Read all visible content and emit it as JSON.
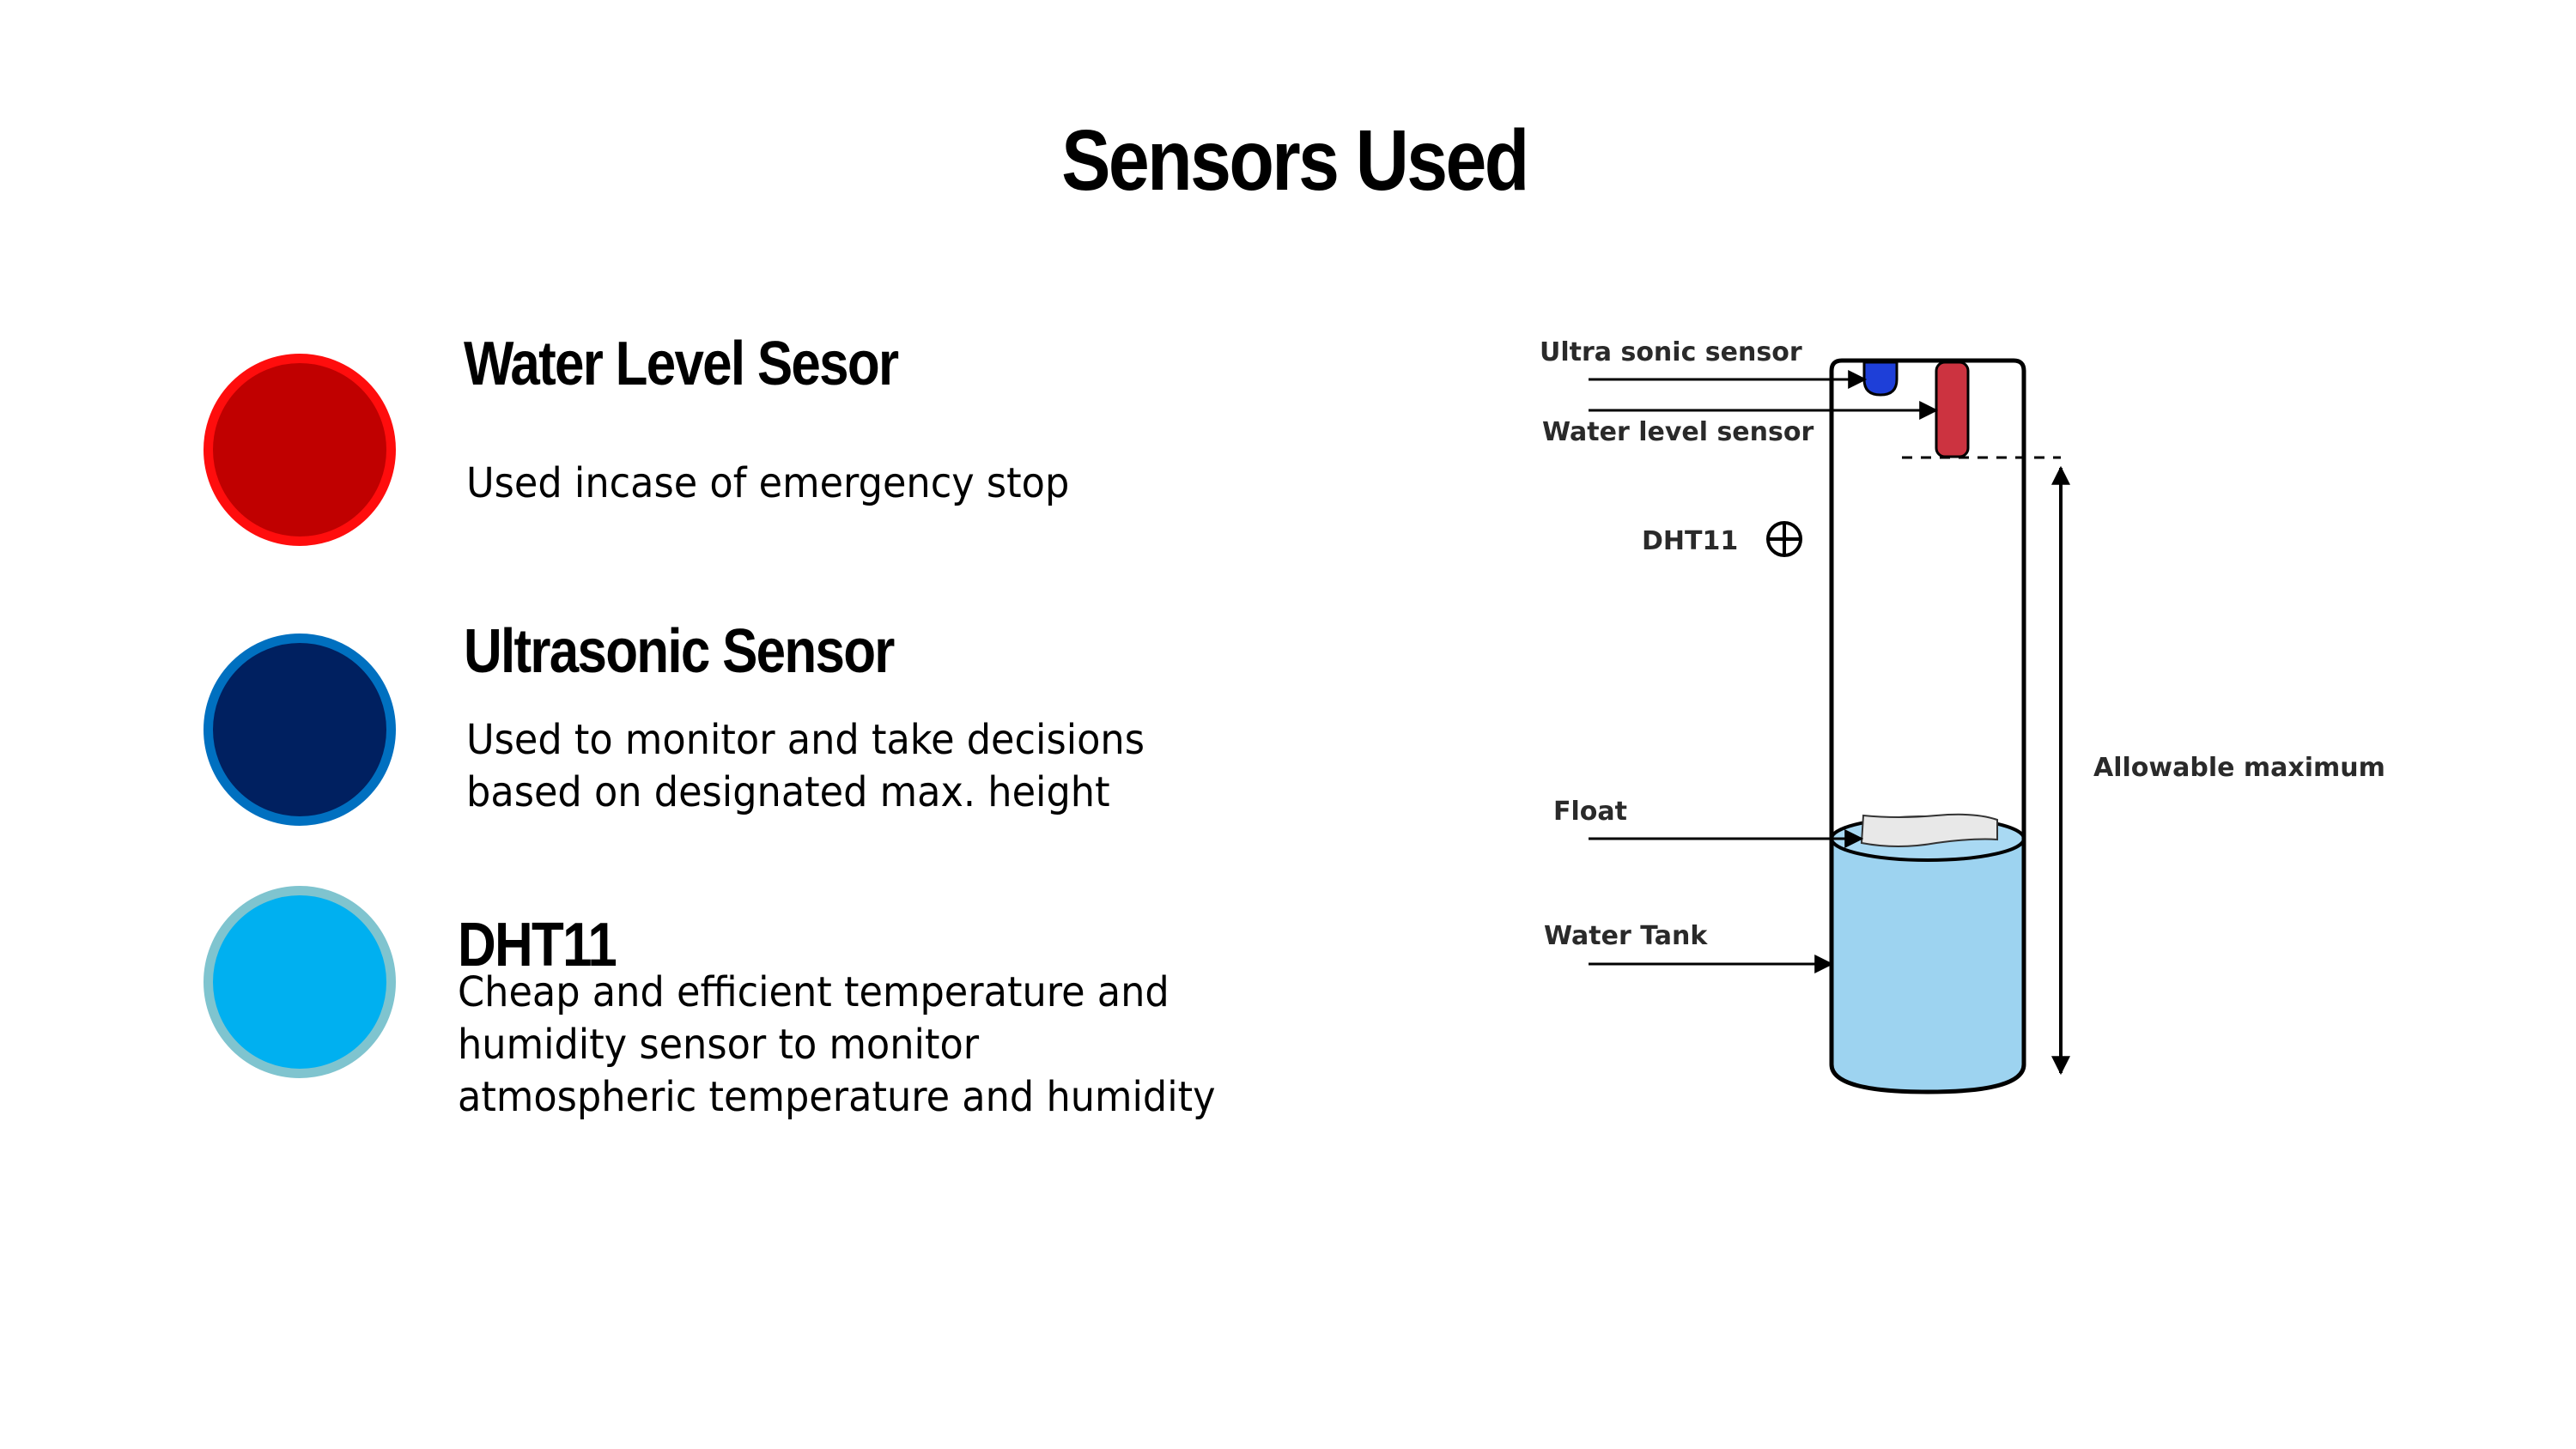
{
  "title": "Sensors Used",
  "sensors": [
    {
      "heading": "Water Level Sesor",
      "lines": [
        "Used incase of emergency stop"
      ],
      "fill": "#c00000",
      "ring": "#ff0d0d"
    },
    {
      "heading": "Ultrasonic Sensor",
      "lines": [
        "Used to monitor and take decisions",
        "based on designated max. height"
      ],
      "fill": "#002060",
      "ring": "#0070c0"
    },
    {
      "heading": "DHT11",
      "lines": [
        "Cheap and efficient temperature and",
        "humidity sensor to monitor",
        "atmospheric temperature and humidity"
      ],
      "fill": "#00b0f0",
      "ring": "#7fc4cf"
    }
  ],
  "diagram": {
    "labels": {
      "ultrasonic": "Ultra sonic sensor",
      "water_level": "Water level sensor",
      "dht11": "DHT11",
      "float": "Float",
      "water_tank": "Water Tank",
      "allowable_max": "Allowable maximum"
    },
    "colors": {
      "water": "#9dd3f0",
      "ultrasonic_sensor": "#1e3fd8",
      "water_level_sensor": "#cc3340"
    }
  }
}
